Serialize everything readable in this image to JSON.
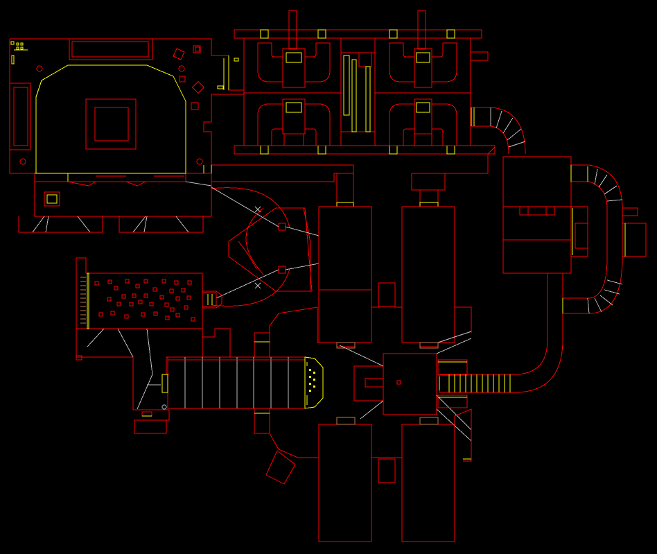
{
  "view": {
    "name": "automap",
    "background": "#000000"
  },
  "colors": {
    "one_sided_wall": "#fc0000",
    "floor_change": "#fcfc00",
    "ceiling_change": "#bc7848",
    "secret_or_trigger": "#bcbcbc",
    "marker": "#ffffff"
  },
  "legend": {
    "walls": "red",
    "steps": "yellow",
    "trigger_lines": "gray",
    "thing_markers": "x-marker"
  }
}
